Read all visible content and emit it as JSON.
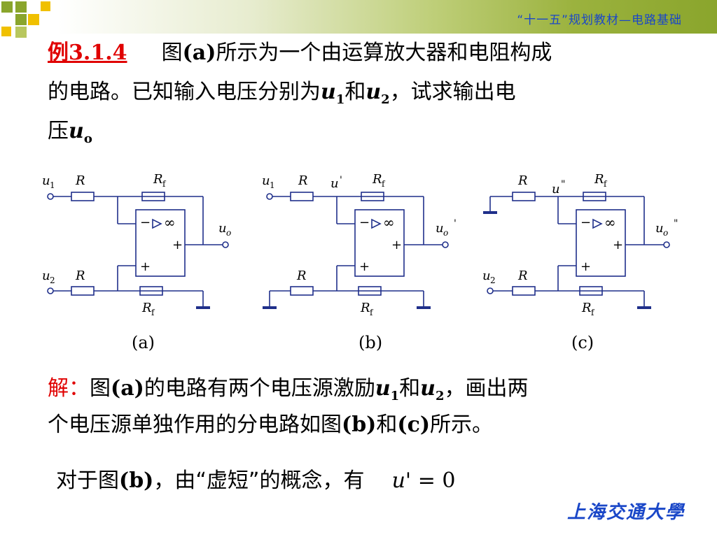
{
  "header": {
    "title": "“十一五”规划教材—电路基础"
  },
  "problem": {
    "label": "例3.1.4",
    "line1_rest": "所示为一个由运算放大器和电阻构成",
    "fig_a_prefix": "图",
    "fig_a_ref": "(a)",
    "line2_prefix": "的电路。已知输入电压分别为",
    "u": "u",
    "sub1": "1",
    "and": "和",
    "sub2": "2",
    "line2_suffix": "，试求输出电",
    "line3_prefix": "压",
    "sub_o": "o"
  },
  "figures": {
    "captions": [
      "(a)",
      "(b)",
      "(c)"
    ],
    "labels": {
      "u": "u",
      "R": "R",
      "Rf_main": "R",
      "f": "f",
      "one": "1",
      "two": "2",
      "o": "o",
      "prime": "'",
      "dprime": "\"",
      "minus": "−",
      "plus": "+",
      "inf": "∞"
    }
  },
  "solution": {
    "label": "解：",
    "line1_a": "图",
    "line1_ref": "(a)",
    "line1_b": "的电路有两个电压源激励",
    "line1_and": "和",
    "line1_c": "，画出两",
    "line2_a": "个电压源单独作用的分电路如图",
    "line2_b": "(b)",
    "line2_c": "和",
    "line2_d": "(c)",
    "line2_e": "所示。",
    "line3_a": "对于图",
    "line3_b": "(b)",
    "line3_c": "，由“虚短”的概念，有",
    "equation_lhs": "u'",
    "equation_eq": "=",
    "equation_rhs": "0"
  },
  "logo": {
    "text": "上海交通大學"
  },
  "colors": {
    "accent_blue": "#1a47c8",
    "red": "#e00000",
    "header_green": "#8aa52c",
    "circuit_blue": "#1f2f8a"
  }
}
